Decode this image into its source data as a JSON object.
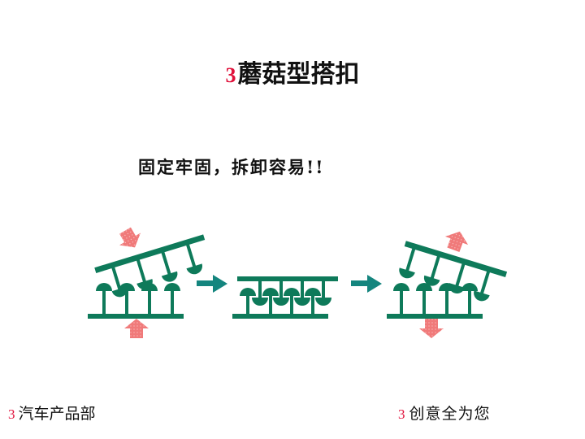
{
  "slide": {
    "title_number": "3",
    "title_text": "蘑菇型搭扣",
    "subtitle": "固定牢固，拆卸容易!!",
    "footer_left_number": "3",
    "footer_left_text": "汽车产品部",
    "footer_right_number": "3",
    "footer_right_text": "创意全为您"
  },
  "colors": {
    "hook_green": "#0e7a5a",
    "arrow_teal": "#14857e",
    "force_arrow_pink": "#f07a7a",
    "accent_red": "#e0103a"
  },
  "diagram": {
    "stages": [
      "open",
      "engaged",
      "released"
    ]
  }
}
